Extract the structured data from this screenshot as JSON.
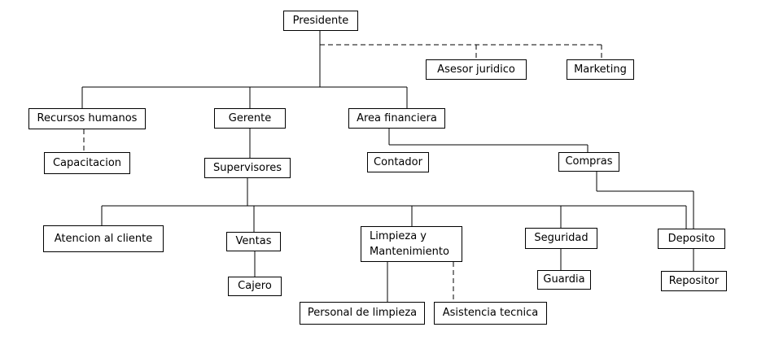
{
  "nodes": {
    "presidente": "Presidente",
    "asesor_juridico": "Asesor juridico",
    "marketing": "Marketing",
    "recursos_humanos": "Recursos humanos",
    "gerente": "Gerente",
    "area_financiera": "Area financiera",
    "capacitacion": "Capacitacion",
    "supervisores": "Supervisores",
    "contador": "Contador",
    "compras": "Compras",
    "atencion_al_cliente": "Atencion al cliente",
    "ventas": "Ventas",
    "limpieza_line1": "Limpieza y",
    "limpieza_line2": "Mantenimiento",
    "seguridad": "Seguridad",
    "deposito": "Deposito",
    "cajero": "Cajero",
    "guardia": "Guardia",
    "repositor": "Repositor",
    "personal_de_limpieza": "Personal de limpieza",
    "asistencia_tecnica": "Asistencia tecnica"
  },
  "colors": {
    "line": "#000000",
    "box_border": "#000000",
    "box_fill": "#ffffff",
    "text": "#000000"
  }
}
